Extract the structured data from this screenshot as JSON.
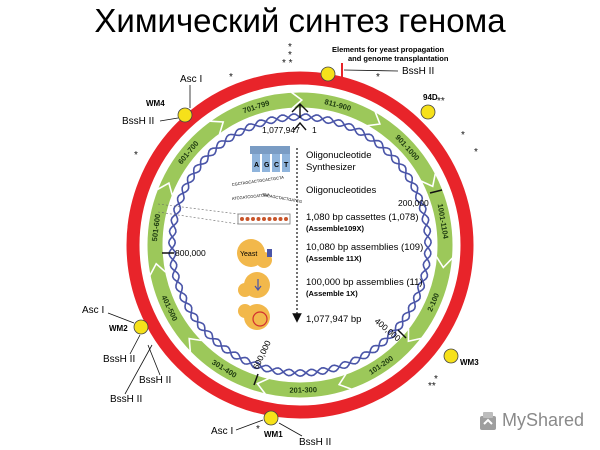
{
  "title": "Химический синтез генома",
  "top_note": [
    "Elements for yeast propagation",
    "and genome transplantation"
  ],
  "ring_segments": [
    "701-799",
    "811-900",
    "901-1000",
    "1001-1104",
    "2-100",
    "101-200",
    "201-300",
    "301-400",
    "401-500",
    "501-600",
    "601-700"
  ],
  "sites": {
    "asc1": "Asc I",
    "bssh2": "BssH II",
    "wm1": "WM1",
    "wm2": "WM2",
    "wm3": "WM3",
    "wm4": "WM4",
    "d94": "94D"
  },
  "positions": {
    "origin": "1,077,947",
    "one": "1",
    "p200": "200,000",
    "p400": "400,000",
    "p600": "600,000",
    "p800": "800,000"
  },
  "legend": [
    {
      "text": "Oligonucleotide",
      "sub": "Synthesizer"
    },
    {
      "text": "Oligonucleotides",
      "sub": ""
    },
    {
      "text": "1,080 bp cassettes (1,078)",
      "sub": "(Assemble109X)"
    },
    {
      "text": "10,080 bp assemblies (109)",
      "sub": "(Assemble 11X)"
    },
    {
      "text": "100,000 bp assemblies (11)",
      "sub": "(Assemble 1X)"
    },
    {
      "text": "1,077,947 bp",
      "sub": ""
    }
  ],
  "yeast_label": "Yeast",
  "synth_letters": [
    "A",
    "G",
    "C",
    "T"
  ],
  "oligo_seqs": [
    "CGCTAGCACTGCACTGCTA",
    "TACAGCTACTGATCG",
    "ATCGATCGCATCGA"
  ],
  "watermark": "MyShared",
  "colors": {
    "outer_ring": "#e8242a",
    "green_ring": "#9cc85a",
    "dna": "#4a55a8",
    "yellow": "#f6e11a",
    "yeast": "#f2b84b"
  }
}
